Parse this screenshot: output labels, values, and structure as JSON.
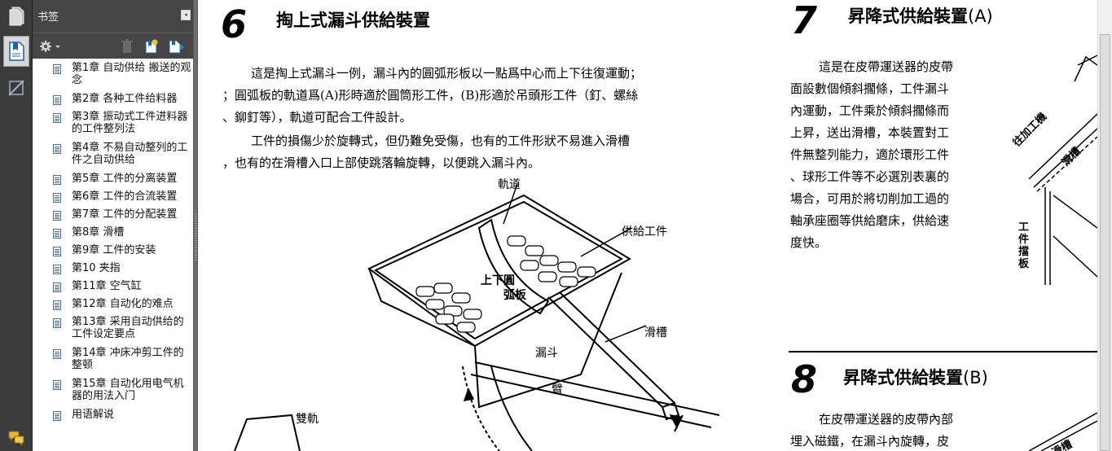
{
  "panel": {
    "title": "书签",
    "close_glyph": "◂"
  },
  "bookmarks": [
    {
      "label": "第1章 自动供给 搬送的观念"
    },
    {
      "label": "第2章 各种工件给料器"
    },
    {
      "label": "第3章 振动式工件进料器的工件整列法"
    },
    {
      "label": "第4章 不易自动整列的工件之自动供给"
    },
    {
      "label": "第5章 工件的分离装置"
    },
    {
      "label": "第6章 工件的合流装置"
    },
    {
      "label": "第7章 工件的分配装置"
    },
    {
      "label": "第8章 滑槽"
    },
    {
      "label": "第9章 工件的安装"
    },
    {
      "label": "第10 夹指"
    },
    {
      "label": "第11章 空气缸"
    },
    {
      "label": "第12章 自动化的难点"
    },
    {
      "label": "第13章 采用自动供给的工件设定要点"
    },
    {
      "label": "第14章 冲床冲剪工件的整顿"
    },
    {
      "label": "第15章 自动化用电气机器的用法入门"
    },
    {
      "label": "用语解说"
    }
  ],
  "document": {
    "sec6": {
      "number": "6",
      "title": "掏上式漏斗供給裝置",
      "para1_line1": "這是掏上式漏斗一例，漏斗內的圓弧形板以一點爲中心而上下往復運動；",
      "para1_line2": "；圓弧板的軌道爲(A)形時適於圓筒形工件，(B)形適於吊頭形工件（釘、螺絲",
      "para1_line3": "、鉚釘等），軌道可配合工件設計。",
      "para2_line1": "工件的損傷少於旋轉式，但仍難免受傷，也有的工件形狀不易進入滑槽",
      "para2_line2": "，也有的在滑槽入口上部使跳落輪旋轉，以便跳入漏斗內。"
    },
    "fig6": {
      "label_track": "軌道",
      "label_supply": "供給工件",
      "label_arc1": "上下圓",
      "label_arc2": "弧板",
      "label_chute": "滑槽",
      "label_hopper": "漏斗",
      "label_arm": "臂",
      "label_double": "雙軌"
    },
    "sec7": {
      "number": "7",
      "title": "昇降式供給裝置",
      "title_suffix": "(A)",
      "lines": [
        "這是在皮帶運送器的皮帶",
        "面設數個傾斜擱條，工件漏斗",
        "內運動，工件乘於傾斜擱條而",
        "上昇，送出滑槽，本裝置對工",
        "件無整列能力，適於環形工件",
        "、球形工件等不必選別表裏的",
        "場合，可用於將切削加工過的",
        "軸承座圈等供給磨床，供給速",
        "度快。"
      ]
    },
    "fig7": {
      "label_to_machine": "往加工機",
      "label_chute": "滑槽",
      "label_plate": "工件擋板"
    },
    "sec8": {
      "number": "8",
      "title": "昇降式供給裝置",
      "title_suffix": "(B)",
      "line1": "在皮帶運送器的皮帶內部",
      "line2": "埋入磁鐵，在漏斗內旋轉，皮"
    },
    "fig8": {
      "label_chute": "滑槽"
    }
  }
}
